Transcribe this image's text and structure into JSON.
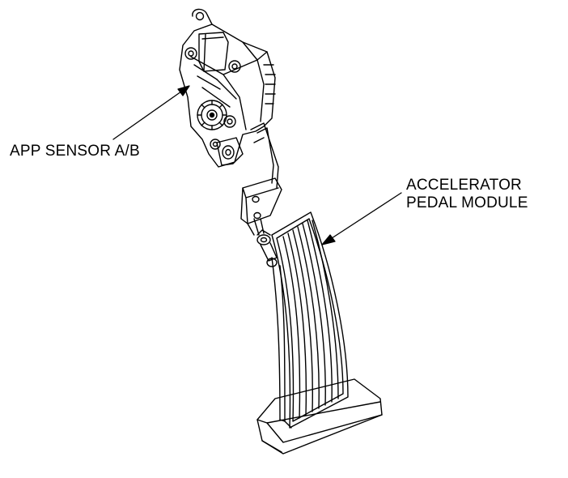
{
  "labels": {
    "app_sensor": "APP SENSOR A/B",
    "pedal_line1": "ACCELERATOR",
    "pedal_line2": "PEDAL MODULE"
  },
  "colors": {
    "ink": "#000000",
    "background": "#ffffff"
  }
}
